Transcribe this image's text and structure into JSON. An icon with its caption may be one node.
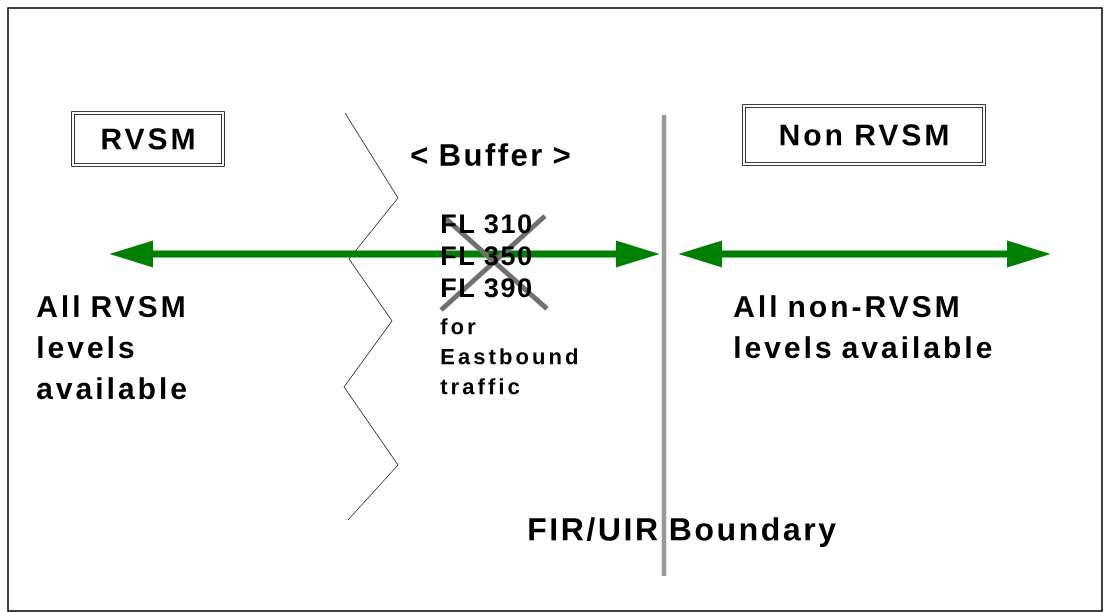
{
  "diagram": {
    "nodes": [
      {
        "text": [
          "RVSM"
        ]
      },
      {
        "text": [
          "Non RVSM"
        ]
      }
    ],
    "labels": [
      "< Buffer >",
      "FL 310",
      "FL 350",
      "FL 390",
      "for Eastbound traffic",
      "All RVSM levels available",
      "All non-RVSM levels available",
      "FIR/UIR Boundary"
    ]
  }
}
